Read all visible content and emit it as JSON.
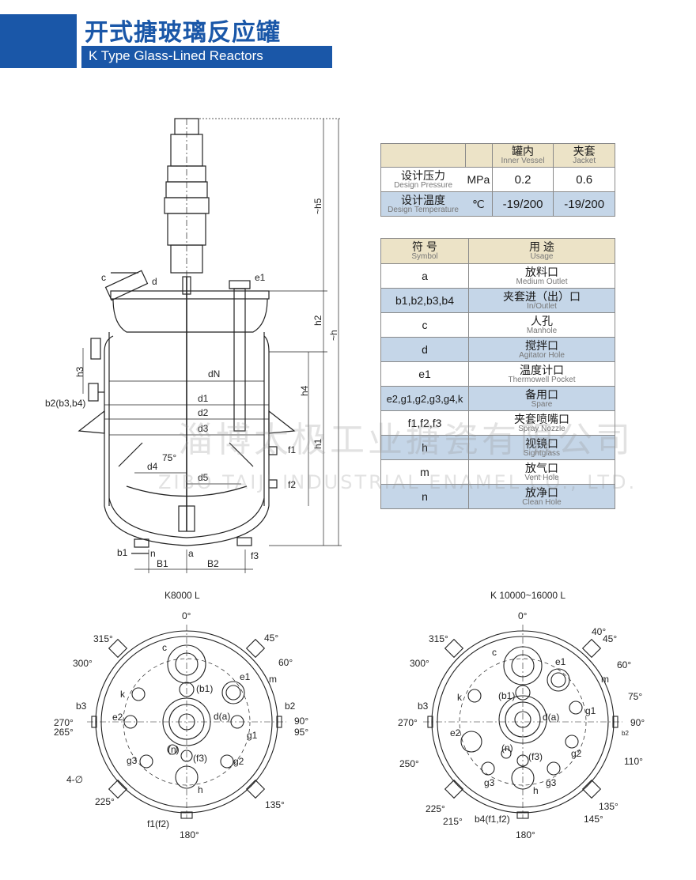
{
  "header": {
    "title_cn": "开式搪玻璃反应罐",
    "title_en": "K Type Glass-Lined Reactors"
  },
  "design_table": {
    "col1_cn": "罐内",
    "col1_en": "Inner Vessel",
    "col2_cn": "夹套",
    "col2_en": "Jacket",
    "rows": [
      {
        "cn": "设计压力",
        "en": "Design Pressure",
        "unit": "MPa",
        "inner": "0.2",
        "jacket": "0.6"
      },
      {
        "cn": "设计温度",
        "en": "Design Temperature",
        "unit": "℃",
        "inner": "-19/200",
        "jacket": "-19/200"
      }
    ]
  },
  "symbol_table": {
    "h_symbol_cn": "符 号",
    "h_symbol_en": "Symbol",
    "h_usage_cn": "用 途",
    "h_usage_en": "Usage",
    "rows": [
      {
        "sym": "a",
        "cn": "放料口",
        "en": "Medium Outlet"
      },
      {
        "sym": "b1,b2,b3,b4",
        "cn": "夹套进（出）口",
        "en": "In/Outlet"
      },
      {
        "sym": "c",
        "cn": "人孔",
        "en": "Manhole"
      },
      {
        "sym": "d",
        "cn": "搅拌口",
        "en": "Agitator Hole"
      },
      {
        "sym": "e1",
        "cn": "温度计口",
        "en": "Thermowell Pocket"
      },
      {
        "sym": "e2,g1,g2,g3,g4,k",
        "cn": "备用口",
        "en": "Spare"
      },
      {
        "sym": "f1,f2,f3",
        "cn": "夹套喷嘴口",
        "en": "Spray Nozzle"
      },
      {
        "sym": "h",
        "cn": "视镜口",
        "en": "Sightglass"
      },
      {
        "sym": "m",
        "cn": "放气口",
        "en": "Vent Hole"
      },
      {
        "sym": "n",
        "cn": "放净口",
        "en": "Clean Hole"
      }
    ]
  },
  "elevation_labels": {
    "c": "c",
    "d": "d",
    "e1": "e1",
    "h5": "~h5",
    "h2": "h2",
    "h": "~h",
    "h3": "h3",
    "h4": "h4",
    "h1": "h1",
    "dN": "dN",
    "d1": "d1",
    "d2": "d2",
    "d3": "d3",
    "d4": "d4",
    "d5": "d5",
    "angle": "75°",
    "b2": "b2(b3,b4)",
    "f1": "f1",
    "f2": "f2",
    "f3": "f3",
    "b1": "b1",
    "n": "n",
    "a": "a",
    "B1": "B1",
    "B2": "B2"
  },
  "plan_left": {
    "title": "K8000 L",
    "angles": [
      "0°",
      "315°",
      "45°",
      "300°",
      "60°",
      "270°",
      "265°",
      "90°",
      "95°",
      "225°",
      "135°",
      "180°"
    ],
    "labels": [
      "c",
      "e1",
      "m",
      "(b1)",
      "k",
      "b3",
      "b2",
      "e2",
      "d(a)",
      "g1",
      "(n)",
      "(f3)",
      "g3",
      "g2",
      "h",
      "4-∅",
      "f1(f2)"
    ]
  },
  "plan_right": {
    "title": "K 10000~16000 L",
    "angles": [
      "0°",
      "315°",
      "40°",
      "45°",
      "300°",
      "60°",
      "75°",
      "270°",
      "90°",
      "250°",
      "110°",
      "225°",
      "215°",
      "135°",
      "145°",
      "180°"
    ],
    "labels": [
      "c",
      "e1",
      "m",
      "k",
      "(b1)",
      "b3",
      "g1",
      "e2",
      "d(a)",
      "(n)",
      "(f3)",
      "g2",
      "g3",
      "g3",
      "h",
      "b4(f1,f2)",
      "b2"
    ]
  },
  "watermark": {
    "cn": "淄博太极工业搪瓷有限公司",
    "en": "ZIBO TAIJI INDUSTRIAL ENAMEL CO., LTD."
  }
}
